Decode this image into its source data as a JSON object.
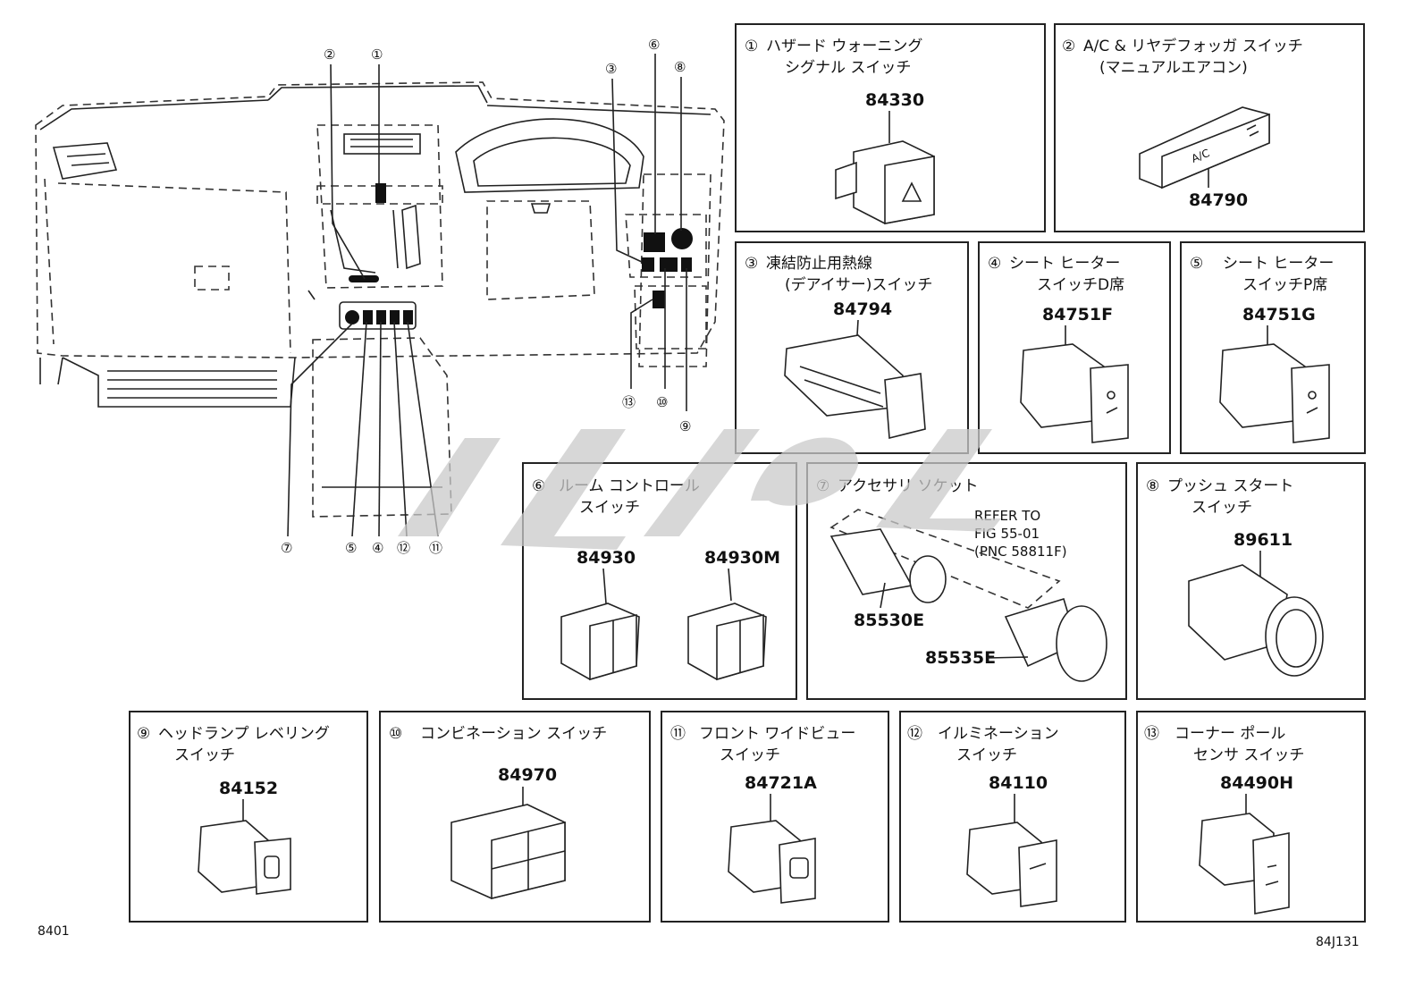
{
  "page": {
    "left_code": "8401",
    "right_code": "84J131"
  },
  "callouts": {
    "c1": "①",
    "c2": "②",
    "c3": "③",
    "c4": "④",
    "c5": "⑤",
    "c6": "⑥",
    "c7": "⑦",
    "c8": "⑧",
    "c9": "⑨",
    "c10": "⑩",
    "c11": "⑪",
    "c12": "⑫",
    "c13": "⑬"
  },
  "panels": {
    "p1": {
      "num": "①",
      "line1": "ハザード ウォーニング",
      "line2": "シグナル スイッチ",
      "part": "84330"
    },
    "p2": {
      "num": "②",
      "line1": "A/C & リヤデフォッガ スイッチ",
      "line2": "(マニュアルエアコン)",
      "part": "84790",
      "label_ac": "A/C"
    },
    "p3": {
      "num": "③",
      "line1": "凍結防止用熱線",
      "line2": "(デアイサー)スイッチ",
      "part": "84794"
    },
    "p4": {
      "num": "④",
      "line1": "シート ヒーター",
      "line2": "スイッチD席",
      "part": "84751F"
    },
    "p5": {
      "num": "⑤",
      "line1": "シート ヒーター",
      "line2": "スイッチP席",
      "part": "84751G"
    },
    "p6": {
      "num": "⑥",
      "line1": "ルーム コントロール",
      "line2": "スイッチ",
      "part_a": "84930",
      "part_b": "84930M"
    },
    "p7": {
      "num": "⑦",
      "line1": "アクセサリ ソケット",
      "refer1": "REFER TO",
      "refer2": "FIG 55-01",
      "refer3": "(PNC 58811F)",
      "part_a": "85530E",
      "part_b": "85535E"
    },
    "p8": {
      "num": "⑧",
      "line1": "プッシュ スタート",
      "line2": "スイッチ",
      "part": "89611"
    },
    "p9": {
      "num": "⑨",
      "line1": "ヘッドランプ レベリング",
      "line2": "スイッチ",
      "part": "84152"
    },
    "p10": {
      "num": "⑩",
      "line1": "コンビネーション スイッチ",
      "part": "84970"
    },
    "p11": {
      "num": "⑪",
      "line1": "フロント ワイドビュー",
      "line2": "スイッチ",
      "part": "84721A"
    },
    "p12": {
      "num": "⑫",
      "line1": "イルミネーション",
      "line2": "スイッチ",
      "part": "84110"
    },
    "p13": {
      "num": "⑬",
      "line1": "コーナー ポール",
      "line2": "センサ スイッチ",
      "part": "84490H"
    }
  }
}
